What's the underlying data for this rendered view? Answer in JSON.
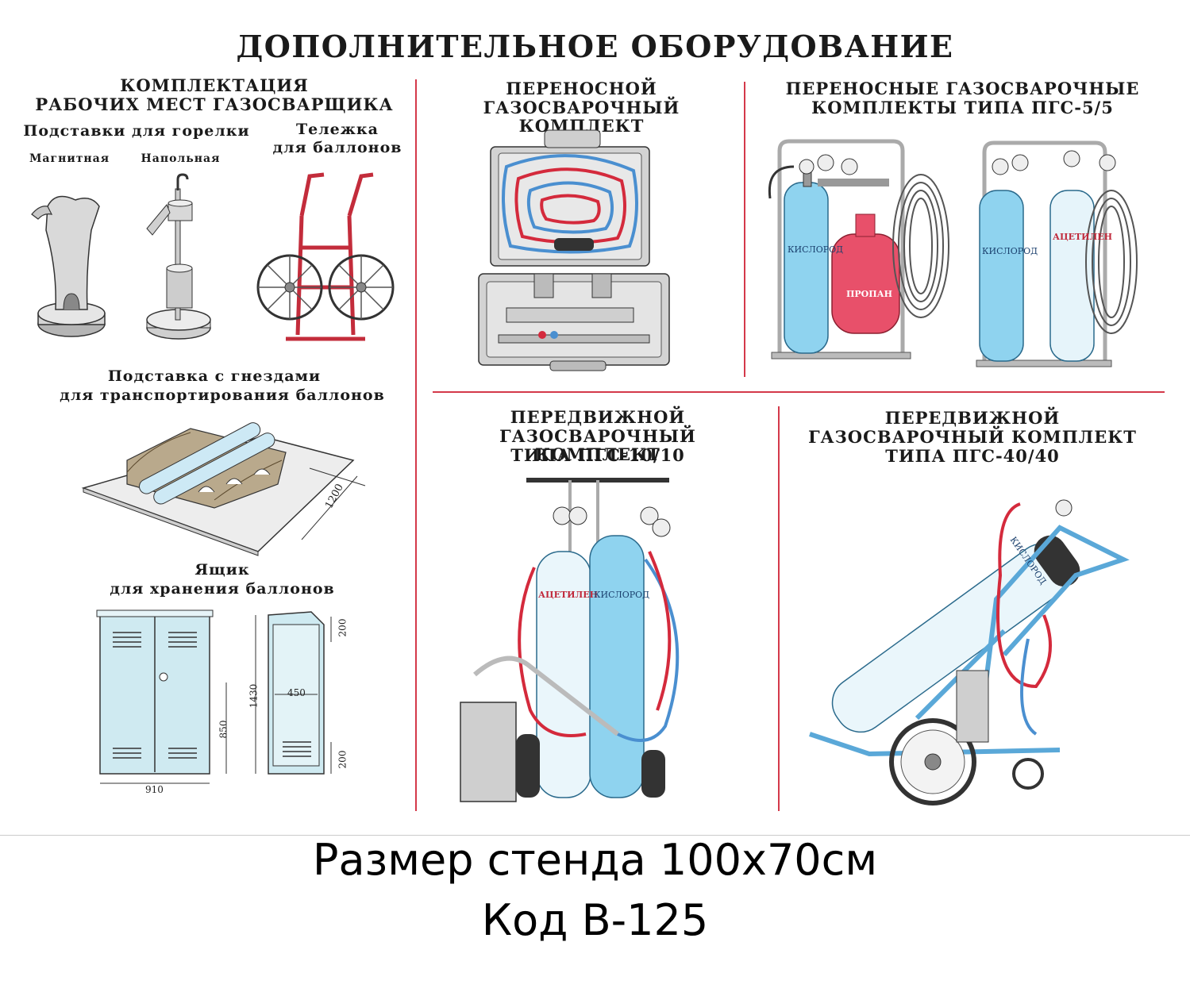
{
  "title": "ДОПОЛНИТЕЛЬНОЕ ОБОРУДОВАНИЕ",
  "left": {
    "heading_line1": "КОМПЛЕКТАЦИЯ",
    "heading_line2": "РАБОЧИХ МЕСТ ГАЗОСВАРЩИКА",
    "torch_stands": "Подставки для горелки",
    "magnetic": "Магнитная",
    "floor": "Напольная",
    "trolley_line1": "Тележка",
    "trolley_line2": "для баллонов",
    "rack_line1": "Подставка с гнездами",
    "rack_line2": "для транспортирования баллонов",
    "rack_dim": "1200",
    "box_line1": "Ящик",
    "box_line2": "для хранения баллонов",
    "box_width": "910",
    "box_height_door": "850",
    "box_height_total": "1430",
    "box_depth": "450",
    "box_vent_top": "200",
    "box_vent_bottom": "200"
  },
  "panels": {
    "portable_line1": "ПЕРЕНОСНОЙ",
    "portable_line2": "ГАЗОСВАРОЧНЫЙ КОМПЛЕКТ",
    "pgs55_line1": "ПЕРЕНОСНЫЕ ГАЗОСВАРОЧНЫЕ",
    "pgs55_line2": "КОМПЛЕКТЫ ТИПА ПГС-5/5",
    "pgs1010_line1": "ПЕРЕДВИЖНОЙ",
    "pgs1010_line2": "ГАЗОСВАРОЧНЫЙ КОМПЛЕКТ",
    "pgs1010_line3": "ТИПА ПГС-10/10",
    "pgs4040_line1": "ПЕРЕДВИЖНОЙ",
    "pgs4040_line2": "ГАЗОСВАРОЧНЫЙ КОМПЛЕКТ",
    "pgs4040_line3": "ТИПА ПГС-40/40"
  },
  "cylinders": {
    "oxygen": "КИСЛОРОД",
    "propane": "ПРОПАН",
    "acetylene": "АЦЕТИЛЕН"
  },
  "footer": {
    "size": "Размер стенда 100х70см",
    "code": "Код В-125"
  },
  "colors": {
    "divider": "#d4394a",
    "oxygen_cyl": "#8fd3ef",
    "propane_cyl": "#e8506a",
    "hose_red": "#d42a3c",
    "hose_blue": "#4a8fd0",
    "metal": "#c9c9c9"
  }
}
